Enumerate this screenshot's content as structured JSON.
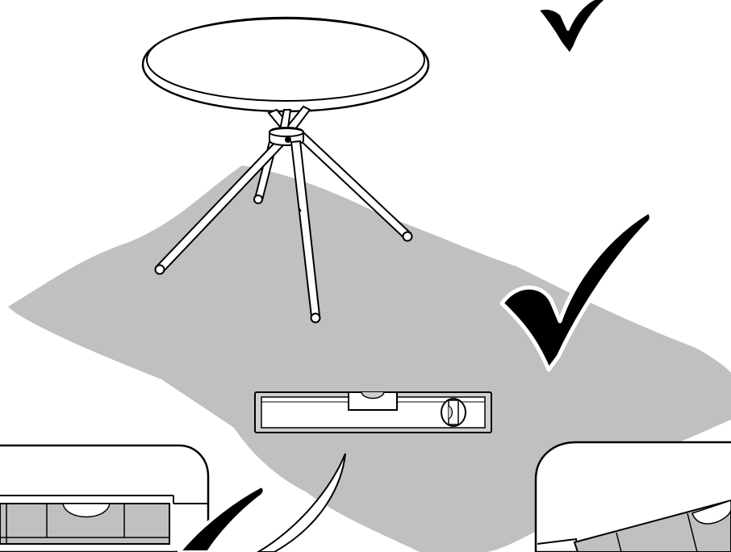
{
  "scene": {
    "subject": "round-table-on-floor",
    "instruction_icons": [
      "checkmark-icon",
      "checkmark-icon",
      "checkmark-icon"
    ],
    "tool": "spirit-level",
    "insets": [
      "level-bubble-centered-inset",
      "level-bubble-tilted-inset"
    ]
  },
  "colors": {
    "background": "#ffffff",
    "floor": "#c0c0c0",
    "line": "#000000",
    "level_fill": "#cfcfcf"
  }
}
